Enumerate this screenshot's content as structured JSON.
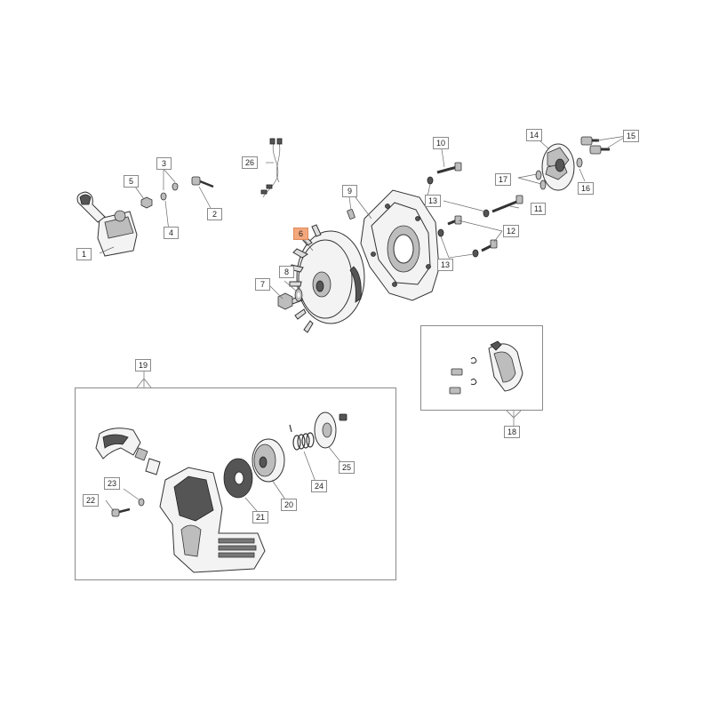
{
  "diagram": {
    "highlight_color": "#f4a77c",
    "labels": {
      "p1": "1",
      "p2": "2",
      "p3": "3",
      "p4": "4",
      "p5": "5",
      "p6": "6",
      "p7": "7",
      "p8": "8",
      "p9": "9",
      "p10": "10",
      "p11": "11",
      "p12": "12",
      "p13a": "13",
      "p13b": "13",
      "p14": "14",
      "p15": "15",
      "p16": "16",
      "p17": "17",
      "p18": "18",
      "p19": "19",
      "p20": "20",
      "p21": "21",
      "p22": "22",
      "p23": "23",
      "p24": "24",
      "p25": "25",
      "p26": "26"
    },
    "highlighted": "6"
  }
}
